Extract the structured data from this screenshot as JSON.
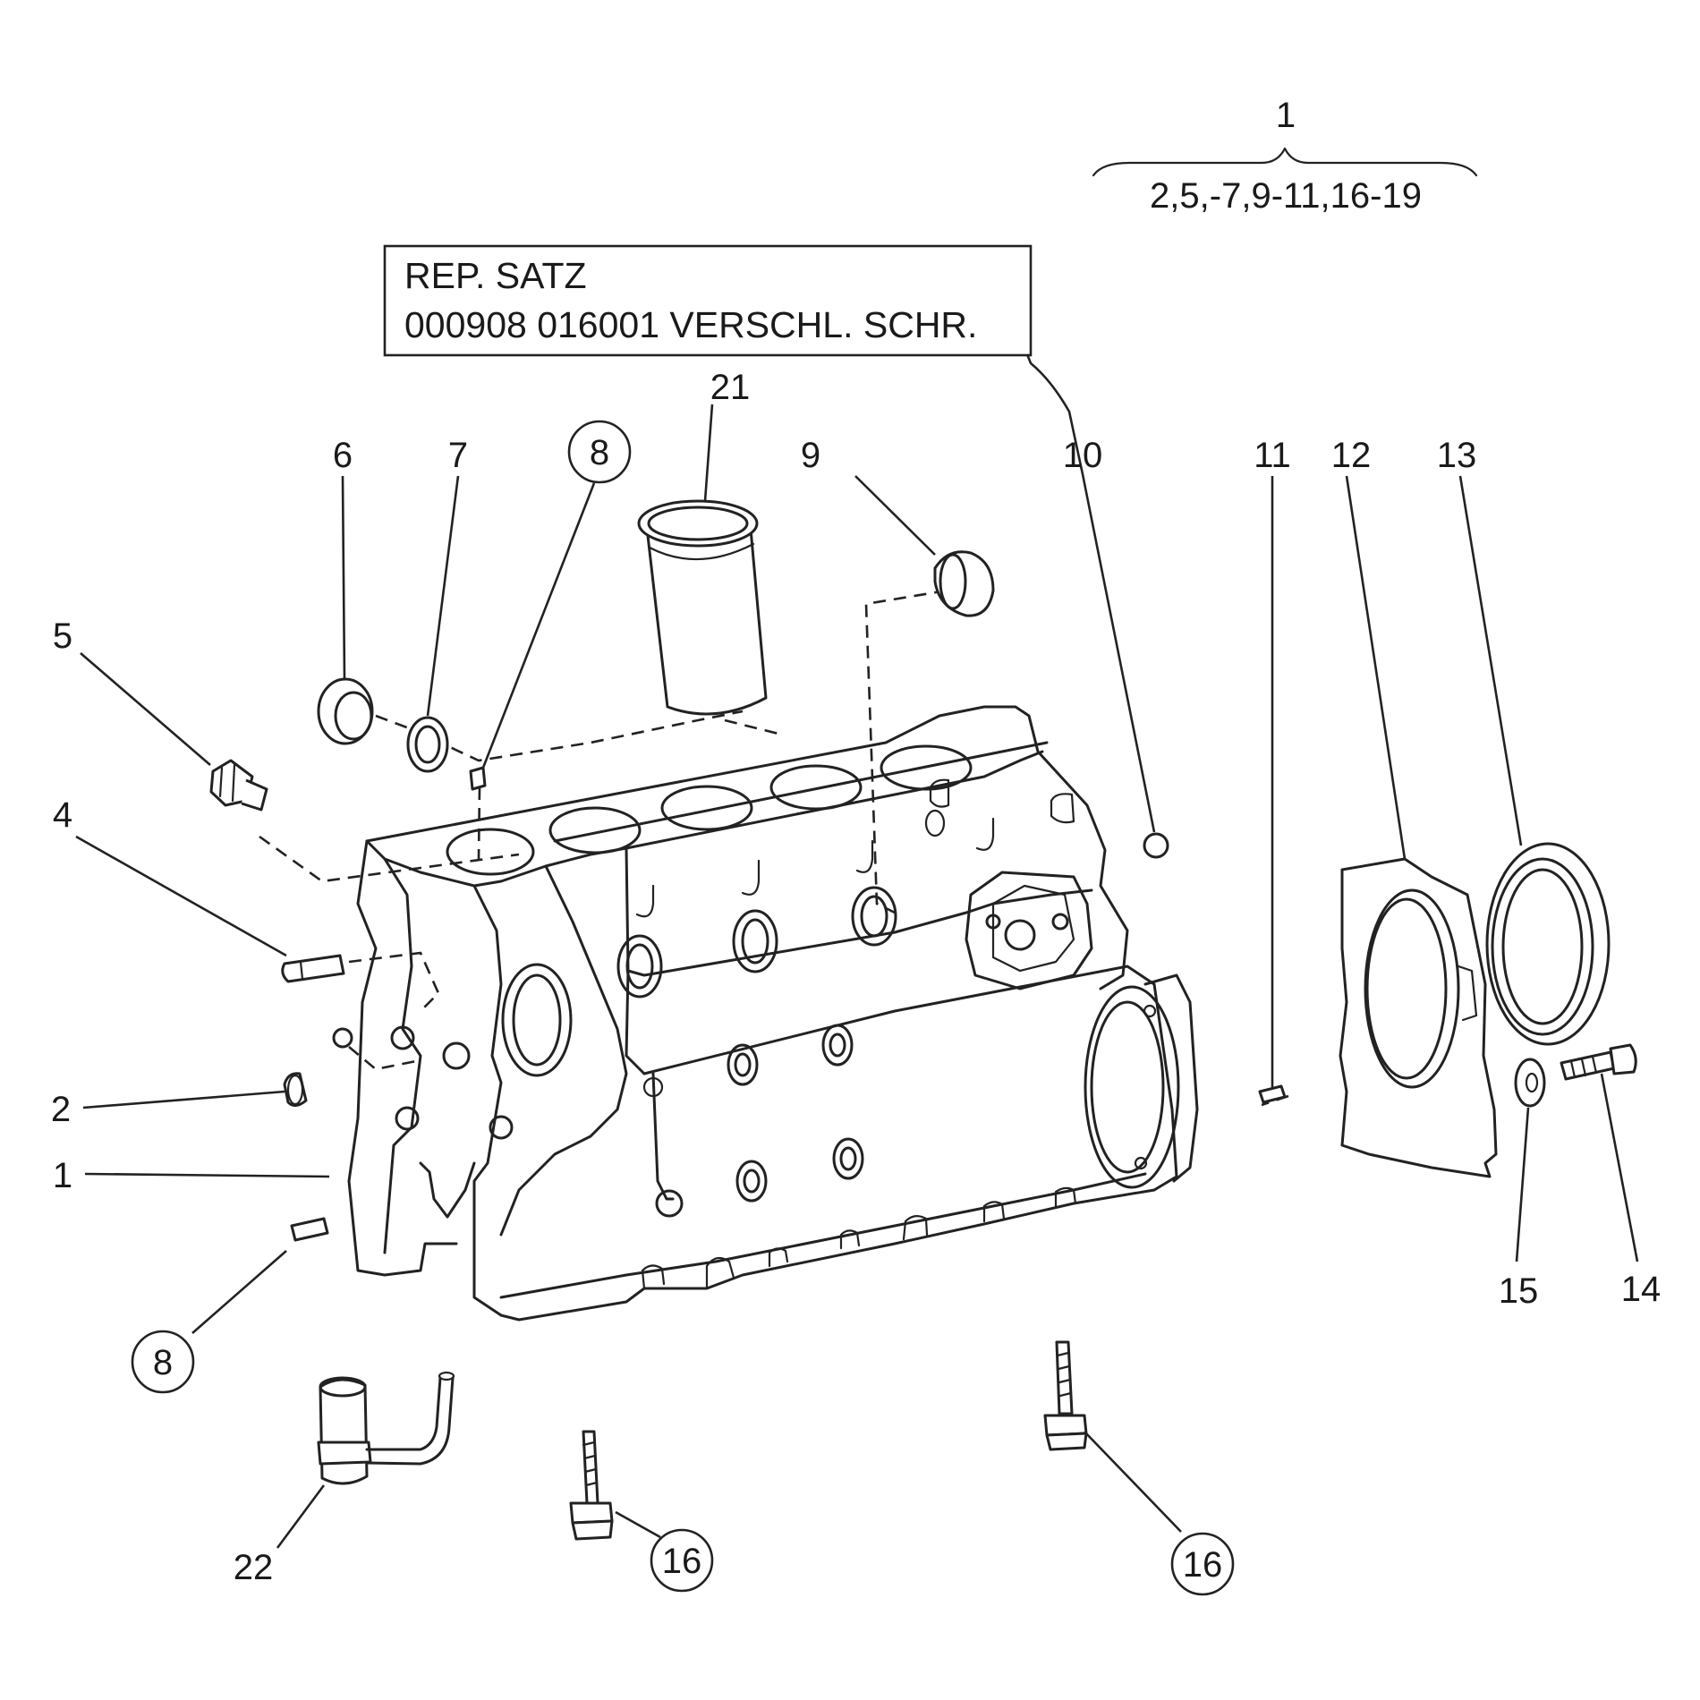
{
  "diagram": {
    "kit_note": {
      "line1": "REP. SATZ",
      "line2": "000908 016001 VERSCHL. SCHR."
    },
    "assembly": {
      "number": "1",
      "contents": "2,5,-7,9-11,16-19"
    },
    "callouts": {
      "c1": "1",
      "c2": "2",
      "c4": "4",
      "c5": "5",
      "c6": "6",
      "c7": "7",
      "c8_top": "8",
      "c8_bottom": "8",
      "c9": "9",
      "c10": "10",
      "c11": "11",
      "c12": "12",
      "c13": "13",
      "c14": "14",
      "c15": "15",
      "c16_left": "16",
      "c16_right": "16",
      "c21": "21",
      "c22": "22"
    }
  }
}
